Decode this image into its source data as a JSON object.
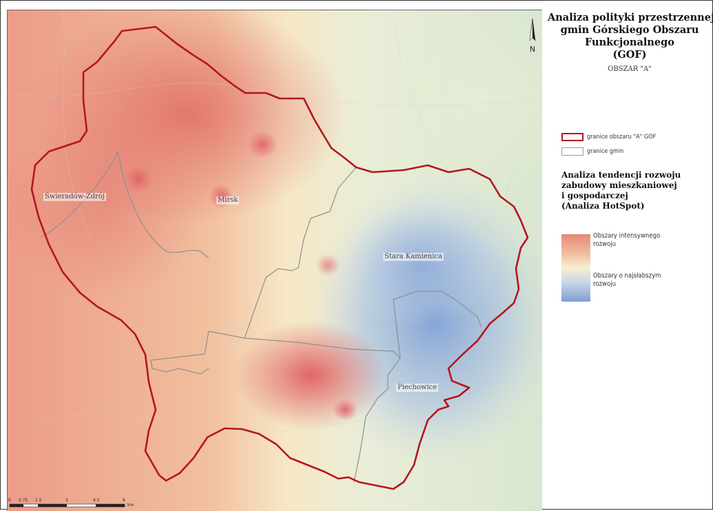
{
  "legend": {
    "title_lines": [
      "Analiza polityki przestrzennej",
      "gmin Górskiego Obszaru",
      "Funkcjonalnego",
      "(GOF)"
    ],
    "subtitle": "OBSZAR \"A\"",
    "boundary_items": [
      {
        "label": "granice obszaru \"A\" GOF",
        "color": "#b4151e"
      },
      {
        "label": "granice gmin",
        "color": "#9a9a9a"
      }
    ],
    "analysis_title_lines": [
      "Analiza tendencji rozwoju",
      "zabudowy mieszkaniowej",
      "i gospodarczej",
      "(Analiza HotSpot)"
    ],
    "ramp_high_lines": [
      "Obszary intensywnego",
      "rozwoju"
    ],
    "ramp_low_lines": [
      "Obszary o najsłabszym",
      "rozwoju"
    ],
    "ramp_colors": {
      "high": "#e58876",
      "mid": "#f7efd3",
      "low": "#7f9fd2"
    }
  },
  "map": {
    "places": {
      "swieradow": "Świeradów-Zdrój",
      "mirsk": "Mirsk",
      "stara_kamienica": "Stara Kamienica",
      "piechowice": "Piechowice"
    },
    "north_letter": "N",
    "scale_ticks": [
      "0",
      "0.75",
      "1.5",
      "3",
      "4.5",
      "6"
    ],
    "scale_unit": "km",
    "outer_boundary_color": "#b4151e",
    "inner_boundary_color": "#8f8f8f"
  }
}
